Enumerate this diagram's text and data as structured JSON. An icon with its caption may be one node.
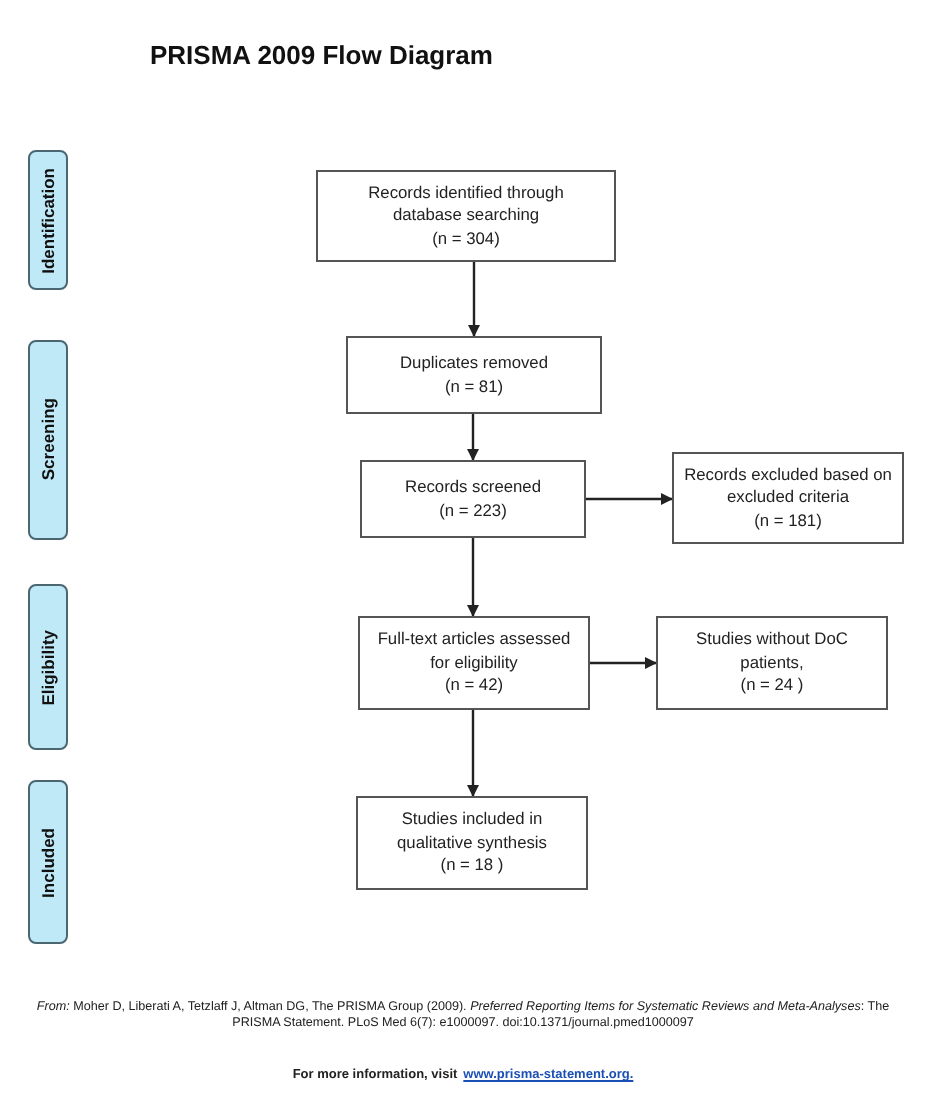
{
  "diagram": {
    "title": "PRISMA 2009 Flow Diagram",
    "nodes": [
      {
        "text": [
          "Records identified through database searching",
          "(n = 304)"
        ]
      },
      {
        "text": [
          "Duplicates removed",
          "(n = 81)"
        ]
      },
      {
        "text": [
          "Records screened",
          "(n = 223)"
        ]
      },
      {
        "text": [
          "Records excluded based on excluded criteria",
          "(n = 181)"
        ]
      },
      {
        "text": [
          "Full-text articles assessed for eligibility",
          "(n = 42)"
        ]
      },
      {
        "text": [
          "Studies without DoC patients,",
          "(n = 24 )"
        ]
      },
      {
        "text": [
          "Studies included in qualitative synthesis",
          "(n = 18 )"
        ]
      },
      {
        "text": [
          "Identification"
        ]
      },
      {
        "text": [
          "Screening"
        ]
      },
      {
        "text": [
          "Eligibility"
        ]
      },
      {
        "text": [
          "Included"
        ]
      }
    ],
    "edges": [
      {
        "from": 0,
        "to": 1,
        "arrow": "to"
      },
      {
        "from": 1,
        "to": 2,
        "arrow": "to"
      },
      {
        "from": 2,
        "to": 3,
        "arrow": "to"
      },
      {
        "from": 2,
        "to": 4,
        "arrow": "to"
      },
      {
        "from": 4,
        "to": 5,
        "arrow": "to"
      },
      {
        "from": 4,
        "to": 6,
        "arrow": "to"
      }
    ],
    "labels": [
      "*From:* Moher D, Liberati A, Tetzlaff J, Altman DG, The PRISMA Group (2009). *Preferred Reporting Items for Systematic Reviews and Meta-Analyses*: The PRISMA Statement. PLoS Med 6(7): e1000097. doi:10.1371/journal.pmed1000097",
      "For more information, visit",
      "www.prisma-statement.org."
    ]
  }
}
